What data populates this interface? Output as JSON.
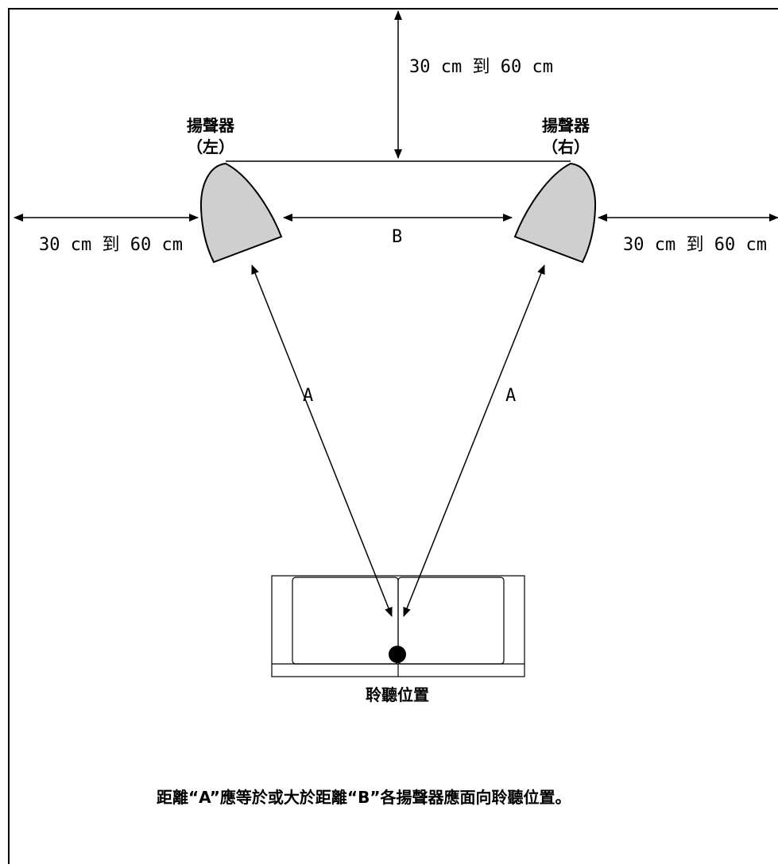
{
  "speaker_left": {
    "name": "揚聲器",
    "side": "（左）"
  },
  "speaker_right": {
    "name": "揚聲器",
    "side": "（右）"
  },
  "dist_top": "30 cm 到 60 cm",
  "dist_left": "30 cm 到 60 cm",
  "dist_right": "30 cm 到 60 cm",
  "label_b": "B",
  "label_a_left": "A",
  "label_a_right": "A",
  "listening_position": "聆聽位置",
  "note": "距離“A”應等於或大於距離“B”各揚聲器應面向聆聽位置。",
  "colors": {
    "speaker_fill": "#cfcfcf",
    "line": "#000000",
    "background": "#ffffff"
  }
}
